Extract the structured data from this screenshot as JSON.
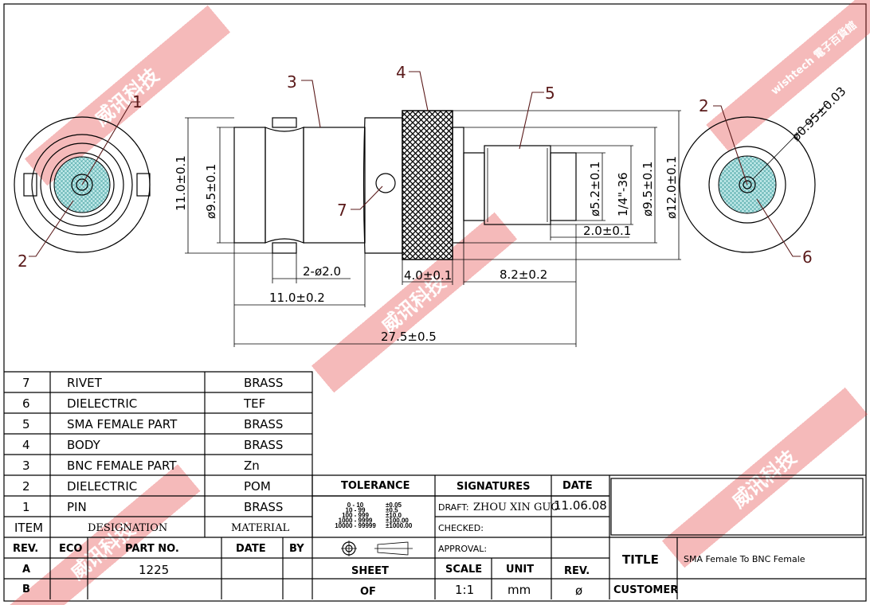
{
  "drawing": {
    "callouts": {
      "c1": "1",
      "c2_left": "2",
      "c3": "3",
      "c4": "4",
      "c5": "5",
      "c6": "6",
      "c7": "7",
      "c2_right": "2"
    },
    "dims": {
      "outer_dia_bnc": "11.0±0.1",
      "dia_bnc": "ø9.5±0.1",
      "slot": "2-ø2.0",
      "len_bnc": "11.0±0.2",
      "overall": "27.5±0.5",
      "knurl_width": "4.0±0.1",
      "sma_len": "8.2±0.2",
      "sma_step": "2.0±0.1",
      "dia_sma": "ø5.2±0.1",
      "thread": "1/4\"-36",
      "dia_sma_body": "ø9.5±0.1",
      "dia_knurl": "ø12.0±0.1",
      "pin_dia": "ø0.95±0.03"
    }
  },
  "watermark": {
    "cn": "威讯科技",
    "en": "wishtech",
    "cn2": "電子百貨館"
  },
  "bom": [
    {
      "item": "7",
      "designation": "RIVET",
      "material": "BRASS"
    },
    {
      "item": "6",
      "designation": "DIELECTRIC",
      "material": "TEF"
    },
    {
      "item": "5",
      "designation": "SMA FEMALE PART",
      "material": "BRASS"
    },
    {
      "item": "4",
      "designation": "BODY",
      "material": "BRASS"
    },
    {
      "item": "3",
      "designation": "BNC FEMALE PART",
      "material": "Zn"
    },
    {
      "item": "2",
      "designation": "DIELECTRIC",
      "material": "POM"
    },
    {
      "item": "1",
      "designation": "PIN",
      "material": "BRASS"
    }
  ],
  "bom_header": {
    "item": "ITEM",
    "designation": "DESIGNATION",
    "material": "MATERIAL"
  },
  "revisions": {
    "headers": {
      "rev": "REV.",
      "eco": "ECO",
      "part_no": "PART NO.",
      "date": "DATE",
      "by": "BY"
    },
    "rows": [
      {
        "rev": "A",
        "part_no": "1225"
      },
      {
        "rev": "B",
        "part_no": ""
      }
    ]
  },
  "tolerance": {
    "title": "TOLERANCE",
    "ranges": [
      {
        "range": "0 - 10",
        "tol": "±0.05"
      },
      {
        "range": "10 - 99",
        "tol": "±0.5"
      },
      {
        "range": "100 - 999",
        "tol": "±10.0"
      },
      {
        "range": "1000 - 9999",
        "tol": "±100.00"
      },
      {
        "range": "10000 - 99999",
        "tol": "±1000.00"
      }
    ]
  },
  "signatures": {
    "title": "SIGNATURES",
    "date_header": "DATE",
    "draft_label": "DRAFT:",
    "draft_name": "ZHOU XIN GUO",
    "draft_date": "11.06.08",
    "checked_label": "CHECKED:",
    "approval_label": "APPROVAL:"
  },
  "sheet": {
    "sheet_label": "SHEET",
    "of_label": "OF",
    "scale_label": "SCALE",
    "scale": "1:1",
    "unit_label": "UNIT",
    "unit": "mm",
    "rev_label": "REV.",
    "rev": "ø"
  },
  "title_block": {
    "title_label": "TITLE",
    "title": "SMA Female To BNC Female",
    "customer_label": "CUSTOMER"
  }
}
